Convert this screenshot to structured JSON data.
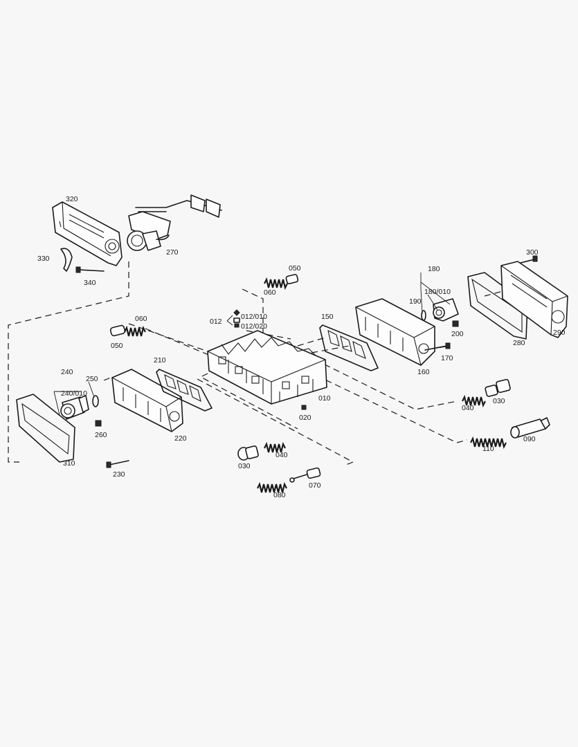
{
  "labels": {
    "l320": "320",
    "l330": "330",
    "l340": "340",
    "l270": "270",
    "l050a": "050",
    "l060a": "060",
    "l012": "012",
    "l012_010": "012/010",
    "l012_020": "012/020",
    "l060b": "060",
    "l050b": "050",
    "l180": "180",
    "l180_010": "180/010",
    "l190": "190",
    "l300": "300",
    "l150": "150",
    "l200": "200",
    "l280": "280",
    "l290": "290",
    "l170": "170",
    "l160": "160",
    "l010": "010",
    "l020": "020",
    "l210": "210",
    "l240": "240",
    "l250": "250",
    "l240_010": "240/010",
    "l260": "260",
    "l220": "220",
    "l310": "310",
    "l230": "230",
    "l040a": "040",
    "l030a": "030",
    "l110": "110",
    "l090": "090",
    "l030b": "030",
    "l040b": "040",
    "l080": "080",
    "l070": "070"
  }
}
